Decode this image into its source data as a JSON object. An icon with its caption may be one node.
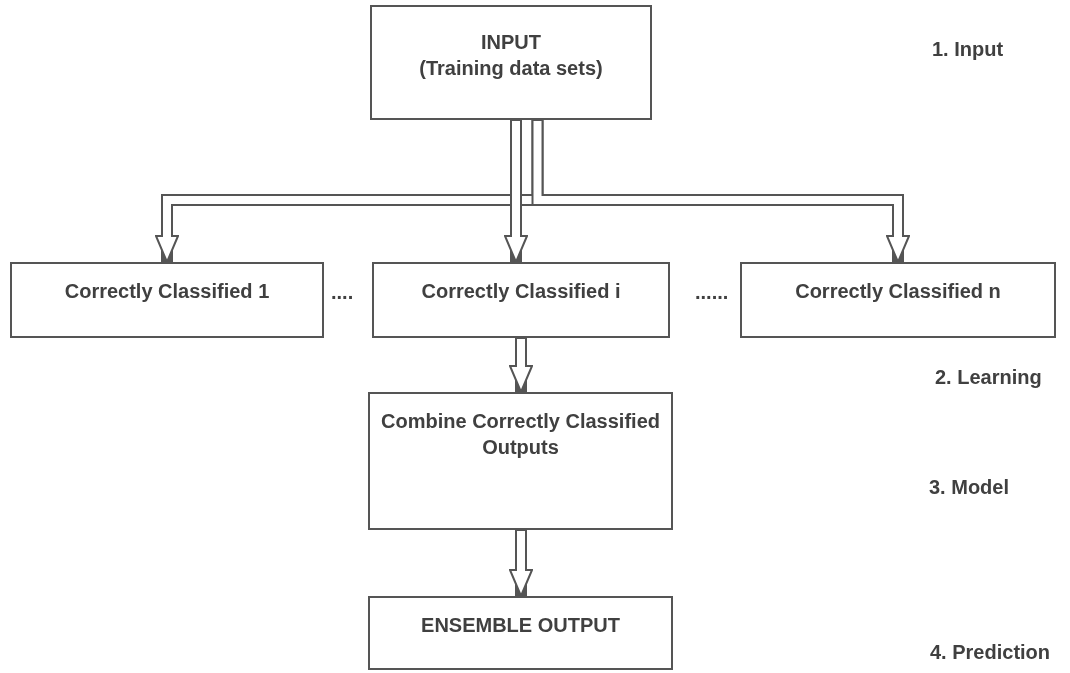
{
  "diagram": {
    "nodes": [
      {
        "text": [
          "INPUT",
          "(Training data sets)"
        ]
      },
      {
        "text": [
          "Correctly Classified 1"
        ]
      },
      {
        "text": [
          "Correctly Classified i"
        ]
      },
      {
        "text": [
          "Correctly Classified n"
        ]
      },
      {
        "text": [
          "Combine Correctly Classified Outputs"
        ]
      },
      {
        "text": [
          "ENSEMBLE OUTPUT"
        ]
      }
    ],
    "edges": [
      {
        "from": 0,
        "to": 1,
        "arrow": "to"
      },
      {
        "from": 0,
        "to": 2,
        "arrow": "to"
      },
      {
        "from": 0,
        "to": 3,
        "arrow": "to"
      },
      {
        "from": 2,
        "to": 4,
        "arrow": "to"
      },
      {
        "from": 4,
        "to": 5,
        "arrow": "to"
      }
    ],
    "labels": [
      "1. Input",
      "....",
      "......",
      "2. Learning",
      "3. Model",
      "4. Prediction"
    ]
  }
}
